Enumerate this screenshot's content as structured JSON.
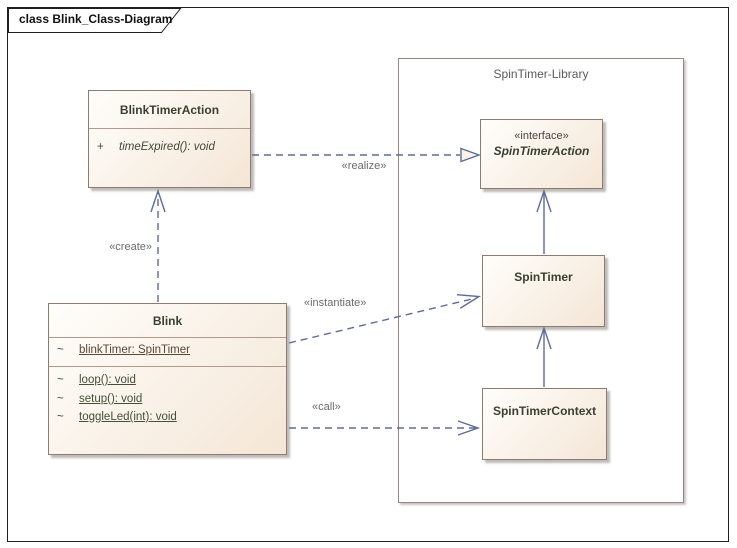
{
  "diagram": {
    "frame_title": "class Blink_Class-Diagram",
    "package": {
      "label": "SpinTimer-Library"
    },
    "classes": {
      "blink_timer_action": {
        "name": "BlinkTimerAction",
        "operations": [
          {
            "visibility": "+",
            "signature": "timeExpired(): void"
          }
        ]
      },
      "spin_timer_action": {
        "stereotype": "«interface»",
        "name": "SpinTimerAction"
      },
      "spin_timer": {
        "name": "SpinTimer"
      },
      "spin_timer_context": {
        "name": "SpinTimerContext"
      },
      "blink": {
        "name": "Blink",
        "attributes": [
          {
            "visibility": "~",
            "signature": "blinkTimer: SpinTimer"
          }
        ],
        "operations": [
          {
            "visibility": "~",
            "signature": "loop(): void"
          },
          {
            "visibility": "~",
            "signature": "setup(): void"
          },
          {
            "visibility": "~",
            "signature": "toggleLed(int): void"
          }
        ]
      }
    },
    "relationships": {
      "create": {
        "label": "«create»",
        "style": "dashed-open-arrow"
      },
      "realize": {
        "label": "«realize»",
        "style": "dashed-hollow-triangle"
      },
      "instantiate": {
        "label": "«instantiate»",
        "style": "dashed-open-arrow"
      },
      "call": {
        "label": "«call»",
        "style": "dashed-open-arrow"
      },
      "spintimer_to_interface": {
        "style": "solid-open-arrow"
      },
      "context_to_spintimer": {
        "style": "solid-open-arrow"
      }
    },
    "colors": {
      "arrow_line": "#5e6d96",
      "box_border": "#8e7b70",
      "box_fill_top": "#fffefb",
      "box_fill_bottom": "#f4e6d6",
      "package_border": "#9c8486",
      "class_name_text": "#3a4030",
      "attribute_text": "#5b4638",
      "operation_text": "#44503a",
      "relation_label_text": "#6b6b6b",
      "frame_border": "#1f1f1f"
    }
  }
}
